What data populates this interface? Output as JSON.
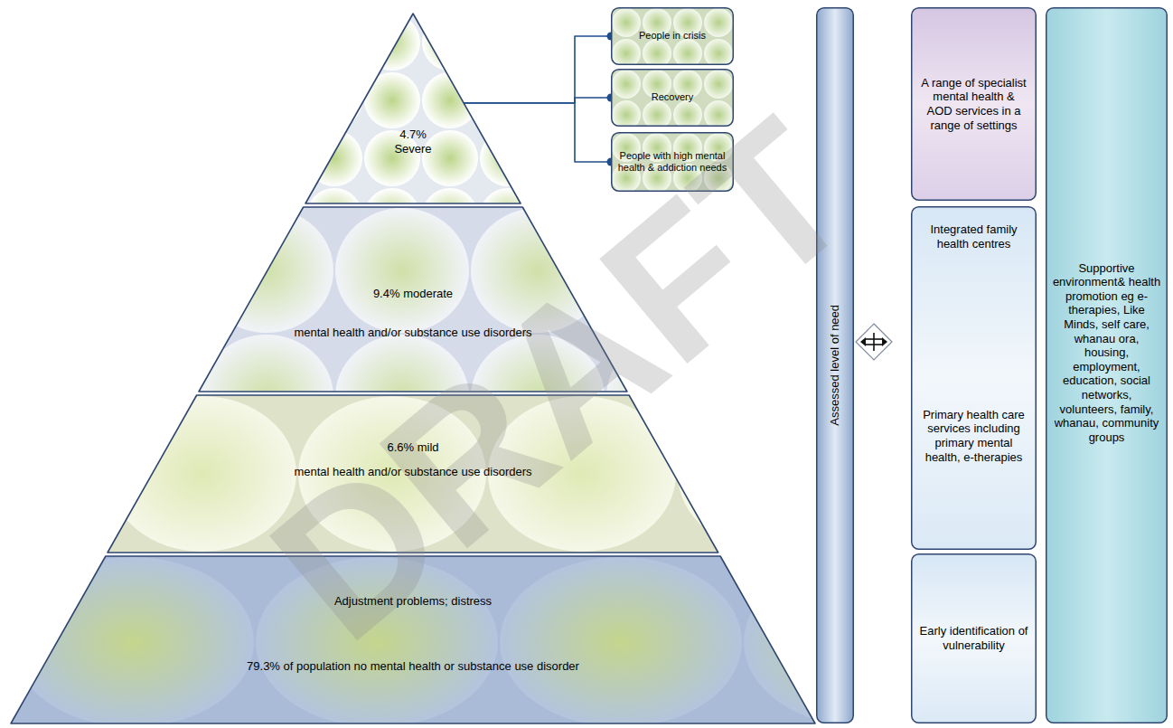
{
  "diagram": {
    "nodes": [
      {
        "text": [
          "4.7% Severe"
        ]
      },
      {
        "text": [
          "People in crisis"
        ]
      },
      {
        "text": [
          "Recovery"
        ]
      },
      {
        "text": [
          "People with high mental health & addiction needs"
        ]
      },
      {
        "text": [
          "9.4% moderate",
          "mental health and/or substance use disorders"
        ]
      },
      {
        "text": [
          "6.6% mild",
          "mental health and/or substance use disorders"
        ]
      },
      {
        "text": [
          "Adjustment problems; distress",
          "79.3% of population no mental health or substance use disorder"
        ]
      },
      {
        "text": [
          "Assessed level of need"
        ]
      },
      {
        "text": [
          "A range of specialist mental health & AOD services in a range of settings"
        ]
      },
      {
        "text": [
          "Integrated family health centres",
          "Primary health care services including primary mental health, e-therapies"
        ]
      },
      {
        "text": [
          "Early identification of vulnerability"
        ]
      },
      {
        "text": [
          "Supportive environment& health promotion eg e-therapies, Like Minds, self care, whanau ora, housing, employment, education, social networks, volunteers, family, whanau, community groups"
        ]
      }
    ],
    "edges": [
      {
        "from": 0,
        "to": 1,
        "arrow": "none"
      },
      {
        "from": 0,
        "to": 2,
        "arrow": "none"
      },
      {
        "from": 0,
        "to": 3,
        "arrow": "none"
      }
    ],
    "labels": [
      "DRAFT"
    ]
  }
}
